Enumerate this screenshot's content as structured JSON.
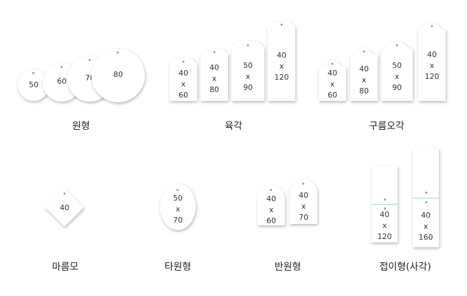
{
  "categories": [
    {
      "caption": "원형",
      "tags": [
        {
          "size": "50"
        },
        {
          "size": "60"
        },
        {
          "size": "70"
        },
        {
          "size": "80"
        }
      ]
    },
    {
      "caption": "육각",
      "tags": [
        {
          "l1": "40",
          "l2": "x",
          "l3": "60"
        },
        {
          "l1": "40",
          "l2": "x",
          "l3": "80"
        },
        {
          "l1": "50",
          "l2": "x",
          "l3": "90"
        },
        {
          "l1": "40",
          "l2": "x",
          "l3": "120"
        }
      ]
    },
    {
      "caption": "구름오각",
      "tags": [
        {
          "l1": "40",
          "l2": "x",
          "l3": "60"
        },
        {
          "l1": "40",
          "l2": "x",
          "l3": "80"
        },
        {
          "l1": "50",
          "l2": "x",
          "l3": "90"
        },
        {
          "l1": "40",
          "l2": "x",
          "l3": "120"
        }
      ]
    },
    {
      "caption": "마름모",
      "tags": [
        {
          "size": "40"
        }
      ]
    },
    {
      "caption": "타원형",
      "tags": [
        {
          "l1": "50",
          "l2": "x",
          "l3": "70"
        }
      ]
    },
    {
      "caption": "반원형",
      "tags": [
        {
          "l1": "40",
          "l2": "x",
          "l3": "60"
        },
        {
          "l1": "40",
          "l2": "x",
          "l3": "70"
        }
      ]
    },
    {
      "caption": "접이형(사각)",
      "tags": [
        {
          "l1": "40",
          "l2": "x",
          "l3": "120"
        },
        {
          "l1": "40",
          "l2": "x",
          "l3": "160"
        }
      ]
    }
  ],
  "colors": {
    "fold_line": "#9fd8e8",
    "hole": "#9a9a9a",
    "text": "#222222"
  }
}
